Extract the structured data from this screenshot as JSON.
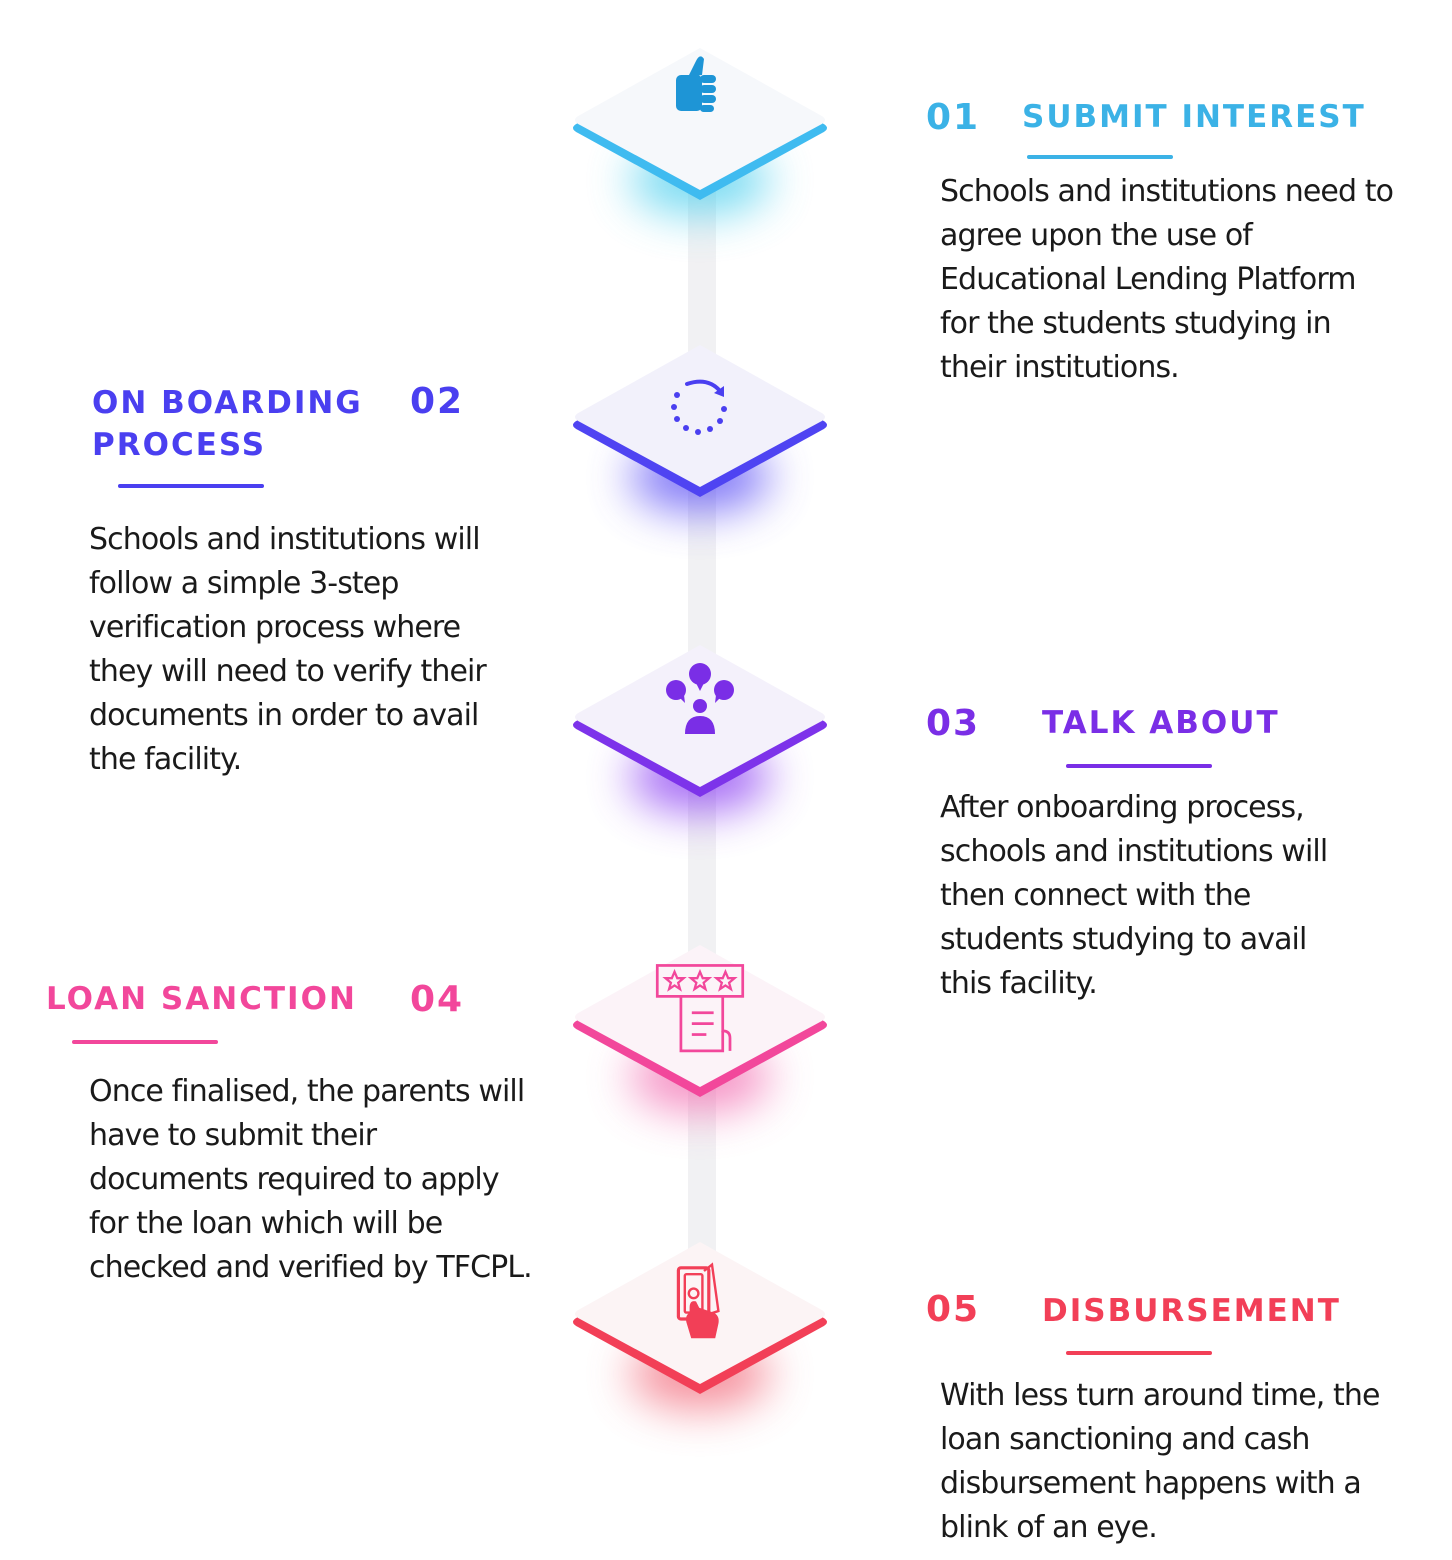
{
  "steps": [
    {
      "number": "01",
      "title": "SUBMIT INTEREST",
      "description": "Schools and institutions need to\nagree upon the use of\nEducational Lending Platform\nfor the students studying in\ntheir institutions.",
      "color": "#3bb2e6",
      "icon": "thumbs-up-icon"
    },
    {
      "number": "02",
      "title": "ON BOARDING\nPROCESS",
      "description": "Schools and institutions will\nfollow a simple 3-step\nverification process where\nthey will need to verify their\ndocuments in order to avail\nthe facility.",
      "color": "#4a3ff0",
      "icon": "refresh-icon"
    },
    {
      "number": "03",
      "title": "TALK ABOUT",
      "description": "After onboarding process,\nschools and institutions will\nthen connect with the\nstudents studying to avail\nthis facility.",
      "color": "#7a2ee6",
      "icon": "discussion-icon"
    },
    {
      "number": "04",
      "title": "LOAN SANCTION",
      "description": "Once finalised, the parents will\nhave to submit their\ndocuments required to apply\nfor the loan which will be\nchecked and verified by TFCPL.",
      "color": "#f2479b",
      "icon": "rating-document-icon"
    },
    {
      "number": "05",
      "title": "DISBURSEMENT",
      "description": "With less turn around time, the\nloan sanctioning and cash\ndisbursement happens with a\nblink of an eye.",
      "color": "#f23f57",
      "icon": "cash-hand-icon"
    }
  ]
}
